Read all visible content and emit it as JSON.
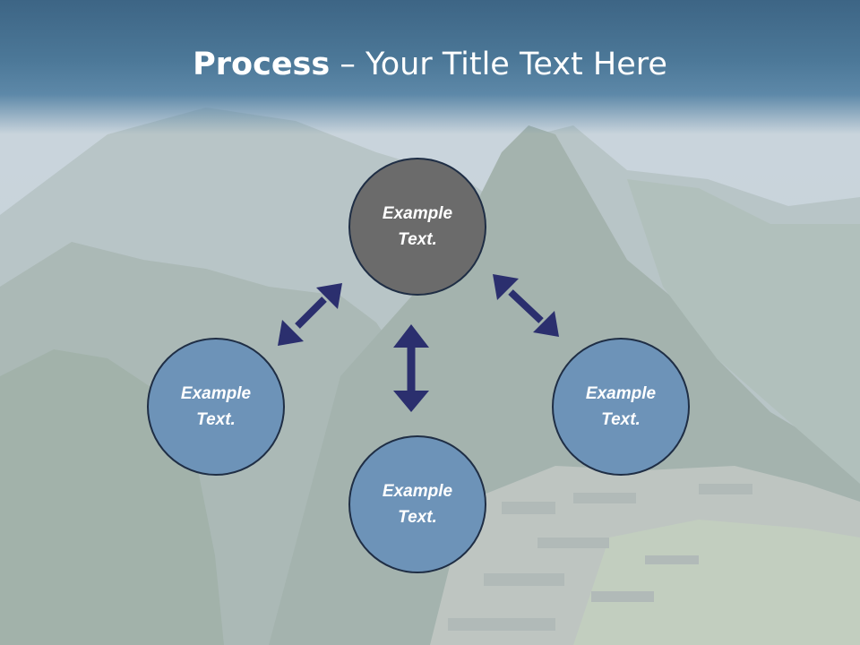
{
  "title": {
    "bold": "Process",
    "dash": " – ",
    "rest": "Your Title Text Here"
  },
  "nodes": [
    {
      "id": "top",
      "text": "Example Text.",
      "color": "#6b6b6b"
    },
    {
      "id": "left",
      "text": "Example Text.",
      "color": "#6d93b8"
    },
    {
      "id": "right",
      "text": "Example Text.",
      "color": "#6d93b8"
    },
    {
      "id": "bottom",
      "text": "Example Text.",
      "color": "#6d93b8"
    }
  ],
  "arrow_color": "#2b2f6e",
  "colors": {
    "title_bar": "#3d6585",
    "circle_border": "#1f2e45"
  }
}
